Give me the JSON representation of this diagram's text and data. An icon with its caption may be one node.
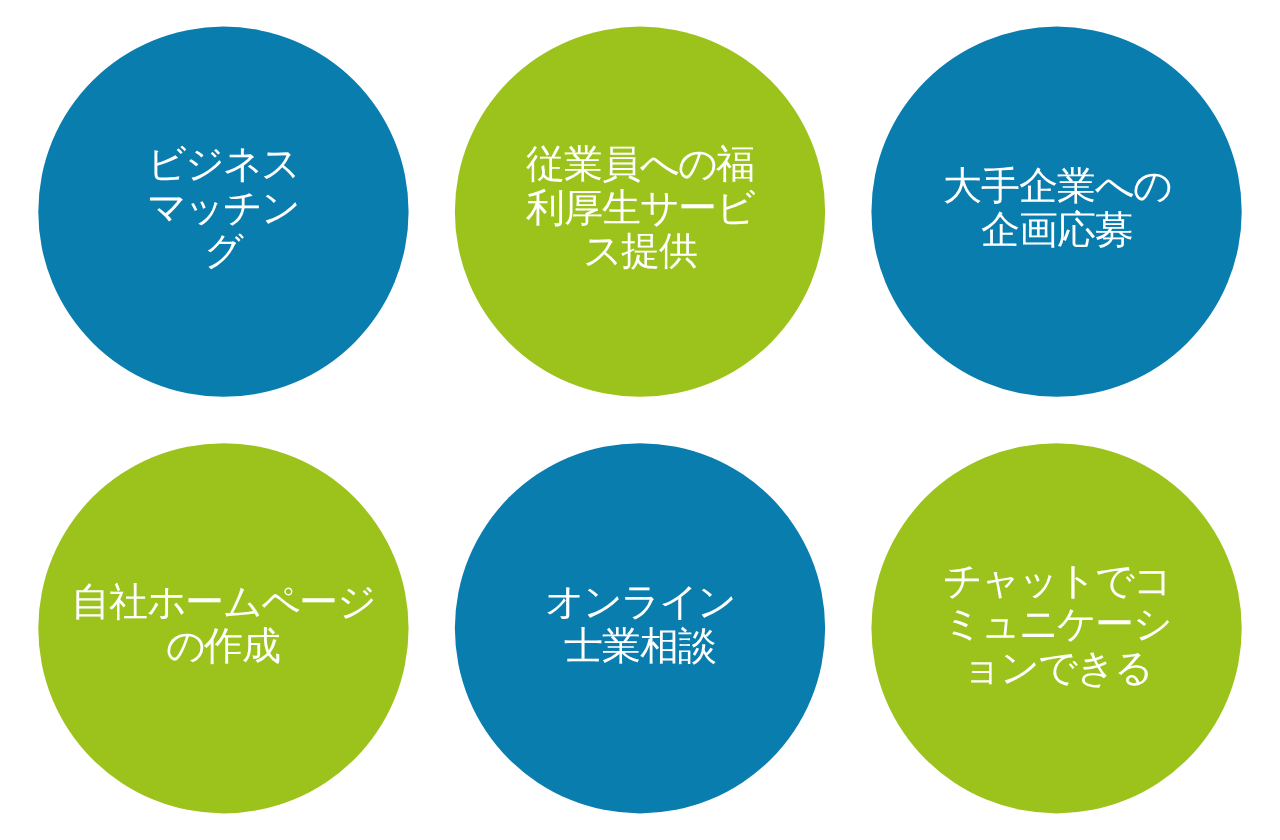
{
  "diagram": {
    "nodes": [
      {
        "text": [
          "ビジネスマッチング"
        ]
      },
      {
        "text": [
          "従業員への福利厚生サービス提供"
        ]
      },
      {
        "text": [
          "大手企業への企画応募"
        ]
      },
      {
        "text": [
          "自社ホームページの作成"
        ]
      },
      {
        "text": [
          "オンライン士業相談"
        ]
      },
      {
        "text": [
          "チャットでコミュニケーションできる"
        ]
      }
    ]
  }
}
